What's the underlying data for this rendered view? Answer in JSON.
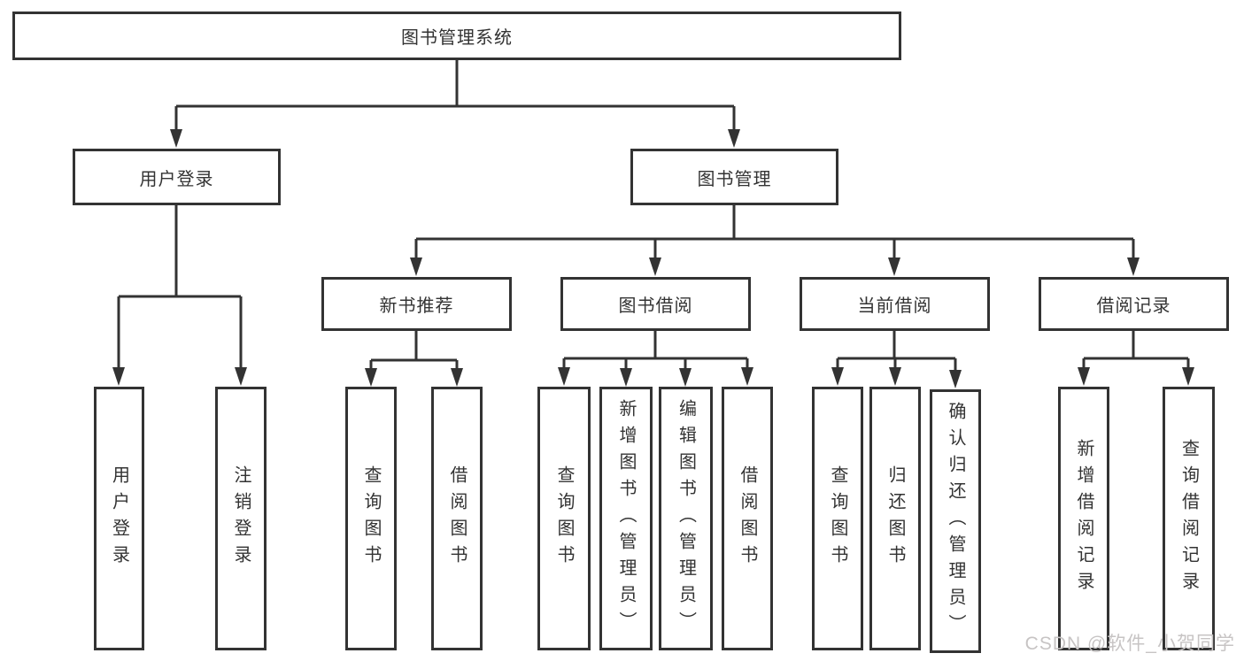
{
  "diagram": {
    "root": {
      "label": "图书管理系统"
    },
    "level2": [
      {
        "label": "用户登录"
      },
      {
        "label": "图书管理"
      }
    ],
    "level3": [
      {
        "label": "新书推荐"
      },
      {
        "label": "图书借阅"
      },
      {
        "label": "当前借阅"
      },
      {
        "label": "借阅记录"
      }
    ],
    "leaves": {
      "user_login": [
        {
          "label": "用户登录"
        },
        {
          "label": "注销登录"
        }
      ],
      "new_book": [
        {
          "label": "查询图书"
        },
        {
          "label": "借阅图书"
        }
      ],
      "book_borrow": [
        {
          "label": "查询图书"
        },
        {
          "label": "新增图书（管理员）"
        },
        {
          "label": "编辑图书（管理员）"
        },
        {
          "label": "借阅图书"
        }
      ],
      "current_borrow": [
        {
          "label": "查询图书"
        },
        {
          "label": "归还图书"
        },
        {
          "label": "确认归还（管理员）"
        }
      ],
      "borrow_records": [
        {
          "label": "新增借阅记录"
        },
        {
          "label": "查询借阅记录"
        }
      ]
    }
  },
  "watermark": {
    "text": "CSDN @软件_小贺同学"
  },
  "colors": {
    "line": "#333333",
    "text": "#333333",
    "background": "#ffffff",
    "watermark": "#c7c4c4"
  }
}
